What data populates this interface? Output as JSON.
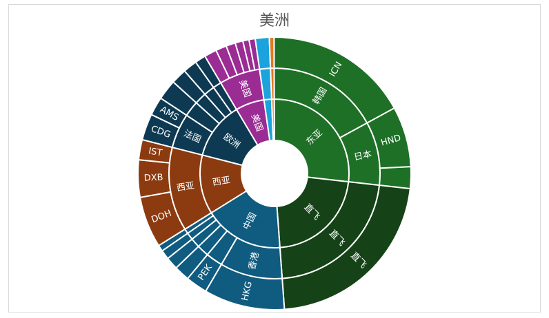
{
  "chart_data": {
    "type": "sunburst",
    "title": "美洲",
    "colors": {
      "东亚": "#1e7026",
      "直飞": "#154317",
      "中国": "#105b80",
      "西亚": "#8c3b10",
      "欧洲": "#0d3a52",
      "美国": "#9a2c94",
      "other_blue": "#1aa3dc",
      "other_orange": "#e07a20"
    },
    "rings": [
      [
        {
          "name": "东亚",
          "value": 14.6,
          "color_key": "东亚"
        },
        {
          "name": "直飞",
          "value": 12.0,
          "color_key": "直飞"
        },
        {
          "name": "中国",
          "value": 9.4,
          "color_key": "中国"
        },
        {
          "name": "西亚",
          "value": 7.0,
          "color_key": "西亚"
        },
        {
          "name": "欧洲",
          "value": 6.8,
          "color_key": "欧洲"
        },
        {
          "name": "美国",
          "value": 3.4,
          "color_key": "美国"
        },
        {
          "name": "",
          "value": 0.9,
          "color_key": "other_blue"
        },
        {
          "name": "",
          "value": 0.3,
          "color_key": "other_orange"
        }
      ],
      [
        {
          "name": "韩国",
          "value": 9.3,
          "color_key": "东亚"
        },
        {
          "name": "日本",
          "value": 5.3,
          "color_key": "东亚"
        },
        {
          "name": "直飞",
          "value": 12.0,
          "color_key": "直飞"
        },
        {
          "name": "香港",
          "value": 5.2,
          "color_key": "中国"
        },
        {
          "name": "",
          "value": 1.4,
          "color_key": "中国"
        },
        {
          "name": "",
          "value": 1.0,
          "color_key": "中国"
        },
        {
          "name": "",
          "value": 0.8,
          "color_key": "中国"
        },
        {
          "name": "",
          "value": 0.6,
          "color_key": "中国"
        },
        {
          "name": "",
          "value": 0.4,
          "color_key": "中国"
        },
        {
          "name": "西亚",
          "value": 7.0,
          "color_key": "西亚"
        },
        {
          "name": "法国",
          "value": 2.9,
          "color_key": "欧洲"
        },
        {
          "name": "",
          "value": 1.3,
          "color_key": "欧洲"
        },
        {
          "name": "",
          "value": 1.0,
          "color_key": "欧洲"
        },
        {
          "name": "",
          "value": 0.9,
          "color_key": "欧洲"
        },
        {
          "name": "",
          "value": 0.7,
          "color_key": "欧洲"
        },
        {
          "name": "美国",
          "value": 3.4,
          "color_key": "美国"
        },
        {
          "name": "",
          "value": 0.9,
          "color_key": "other_blue"
        },
        {
          "name": "",
          "value": 0.3,
          "color_key": "other_orange"
        }
      ],
      [
        {
          "name": "ICN",
          "value": 9.3,
          "color_key": "东亚"
        },
        {
          "name": "HND",
          "value": 3.9,
          "color_key": "东亚"
        },
        {
          "name": "",
          "value": 1.4,
          "color_key": "东亚"
        },
        {
          "name": "直飞",
          "value": 12.0,
          "color_key": "直飞"
        },
        {
          "name": "HKG",
          "value": 5.2,
          "color_key": "中国"
        },
        {
          "name": "PEK",
          "value": 1.4,
          "color_key": "中国"
        },
        {
          "name": "",
          "value": 1.0,
          "color_key": "中国"
        },
        {
          "name": "",
          "value": 0.8,
          "color_key": "中国"
        },
        {
          "name": "",
          "value": 0.6,
          "color_key": "中国"
        },
        {
          "name": "",
          "value": 0.4,
          "color_key": "中国"
        },
        {
          "name": "DOH",
          "value": 3.3,
          "color_key": "西亚"
        },
        {
          "name": "DXB",
          "value": 2.4,
          "color_key": "西亚"
        },
        {
          "name": "IST",
          "value": 1.3,
          "color_key": "西亚"
        },
        {
          "name": "CDG",
          "value": 1.7,
          "color_key": "欧洲"
        },
        {
          "name": "AMS",
          "value": 1.2,
          "color_key": "欧洲"
        },
        {
          "name": "",
          "value": 1.3,
          "color_key": "欧洲"
        },
        {
          "name": "",
          "value": 1.0,
          "color_key": "欧洲"
        },
        {
          "name": "",
          "value": 0.9,
          "color_key": "欧洲"
        },
        {
          "name": "",
          "value": 0.7,
          "color_key": "欧洲"
        },
        {
          "name": "",
          "value": 0.8,
          "color_key": "美国"
        },
        {
          "name": "",
          "value": 0.7,
          "color_key": "美国"
        },
        {
          "name": "",
          "value": 0.6,
          "color_key": "美国"
        },
        {
          "name": "",
          "value": 0.5,
          "color_key": "美国"
        },
        {
          "name": "",
          "value": 0.4,
          "color_key": "美国"
        },
        {
          "name": "",
          "value": 0.4,
          "color_key": "美国"
        },
        {
          "name": "",
          "value": 0.9,
          "color_key": "other_blue"
        },
        {
          "name": "",
          "value": 0.3,
          "color_key": "other_orange"
        }
      ]
    ]
  }
}
